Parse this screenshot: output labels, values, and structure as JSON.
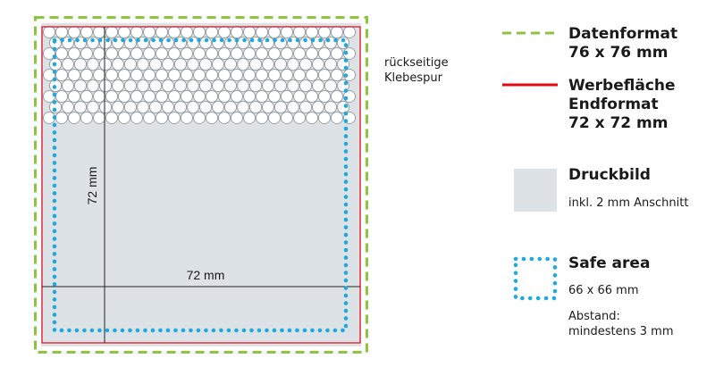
{
  "diagram": {
    "colors": {
      "data_format": "#8cc63f",
      "ad_area": "#e30613",
      "print_image": "#dde2e6",
      "safe_area": "#1aa9e1",
      "circles": "#8a8f94",
      "dimension_line": "#222222"
    },
    "dimension_vertical": "72 mm",
    "dimension_horizontal": "72 mm",
    "adhesive_label": [
      "rückseitige",
      "Klebespur"
    ]
  },
  "legend": {
    "data_format": {
      "icon": "green-dashed-line",
      "title_lines": [
        "Datenformat",
        "76 x 76 mm"
      ]
    },
    "ad_area": {
      "icon": "red-solid-line",
      "title_lines": [
        "Werbefläche",
        "Endformat",
        "72 x 72 mm"
      ]
    },
    "print_image": {
      "icon": "grey-square",
      "title": "Druckbild",
      "subtitle": "inkl. 2 mm Anschnitt"
    },
    "safe_area": {
      "icon": "blue-dotted-square",
      "title": "Safe area",
      "size": "66 x 66 mm",
      "distance_lines": [
        "Abstand:",
        "mindestens 3 mm"
      ]
    }
  }
}
